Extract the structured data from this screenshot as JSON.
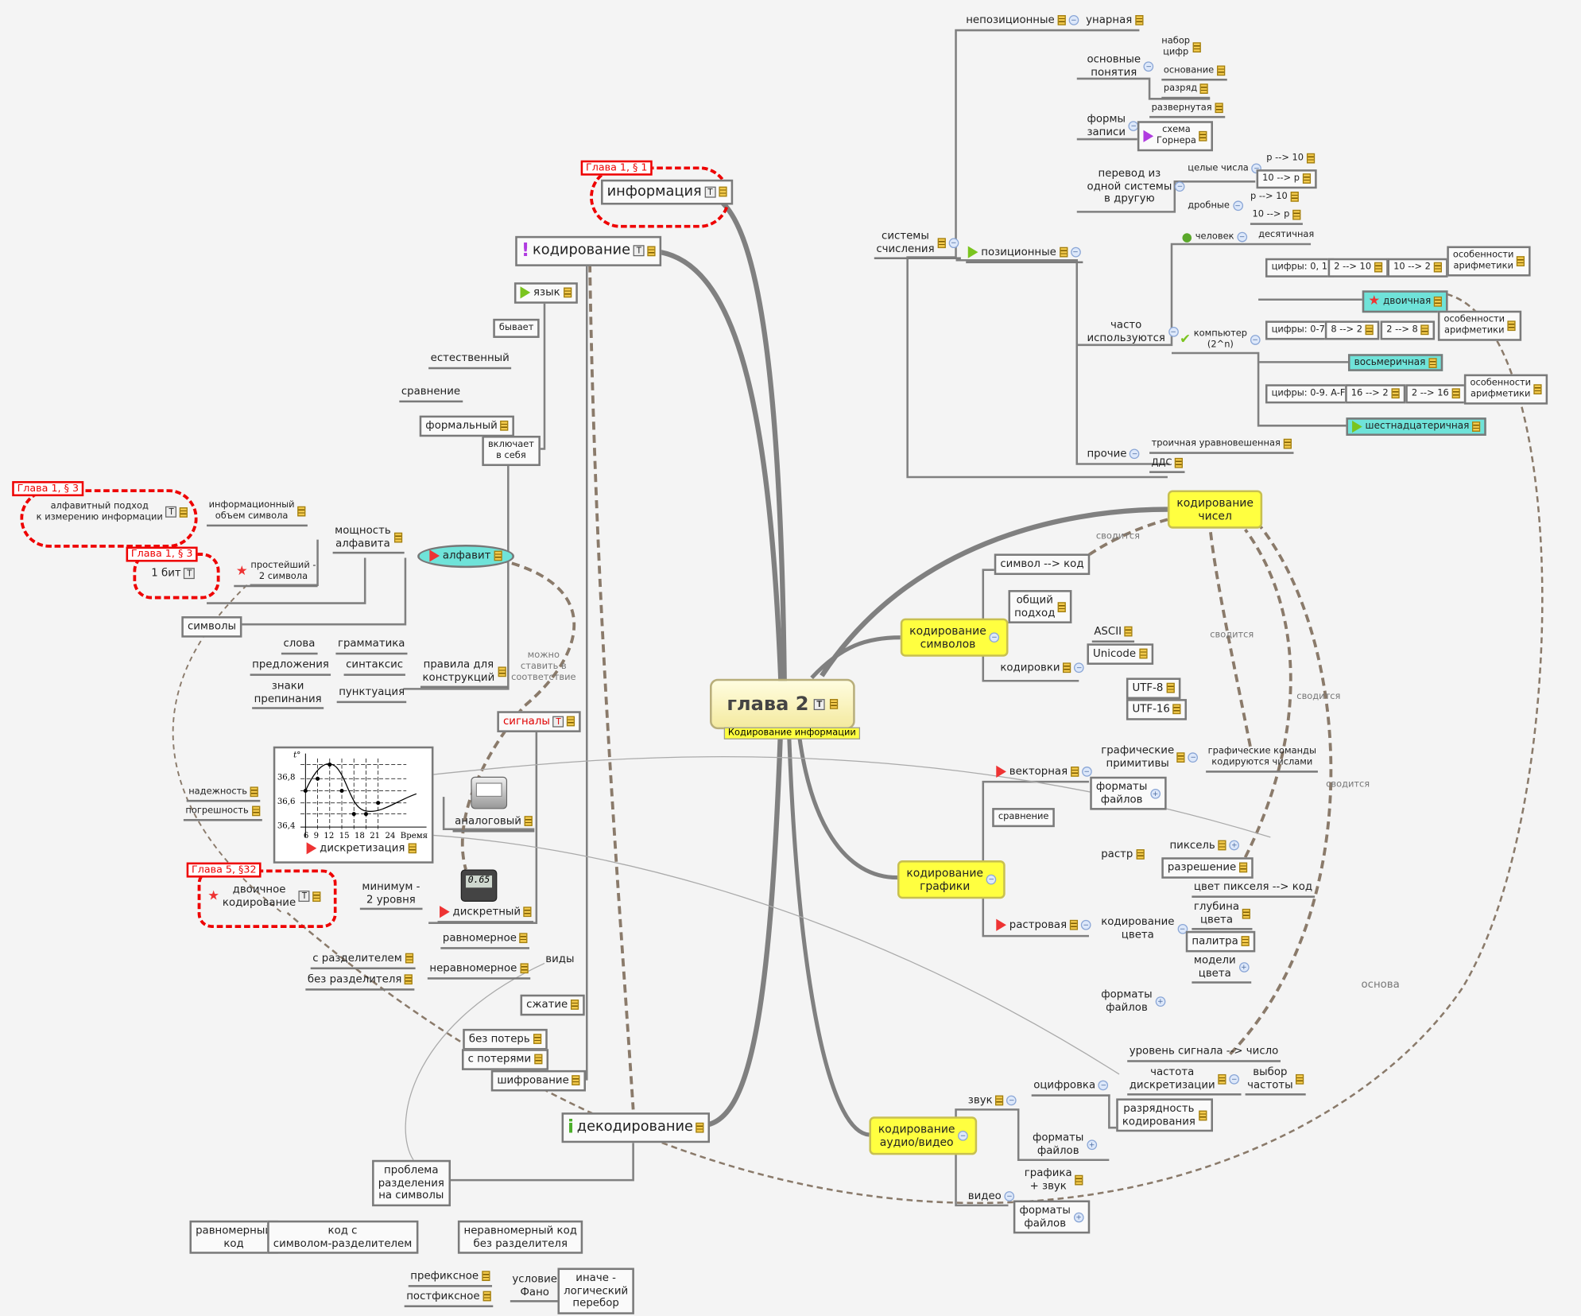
{
  "central": {
    "title": "глава 2",
    "subtitle": "Кодирование информации"
  },
  "tags": {
    "t1": "Глава 1, § 1",
    "t2": "Глава 1, § 3",
    "t3": "Глава 1, § 3",
    "t4": "Глава 5, §32"
  },
  "nodes": {
    "informatsiya": "информация",
    "kodirovanie": "кодирование",
    "yazyk": "язык",
    "byvaet": "бывает",
    "estestvennyi": "естественный",
    "sravnenie1": "сравнение",
    "formalnyi": "формальный",
    "vklyuchaet": "включает\nв себя",
    "info_obem": "информационный\nобъем символа",
    "alf_podhod": "алфавитный подход\nк измерению информации",
    "moshchnost": "мощность\nалфавита",
    "alfavit": "алфавит",
    "prosteishii": "простейший -\n2 символа",
    "bit": "1 бит",
    "simvoly": "символы",
    "slova": "слова",
    "grammatika": "грамматика",
    "predlozheniya": "предложения",
    "sintaksis": "синтаксис",
    "znaki": "знаки\nпрепинания",
    "punktuatsiya": "пунктуация",
    "pravila": "правила для\nконструкций",
    "mozhno": "можно\nставить в\nсоответствие",
    "signaly": "сигналы",
    "diskretizatsiya": "дискретизация",
    "nadezhnost": "надежность",
    "pogreshnost": "погрешность",
    "analogovyi": "аналоговый",
    "diskretnyi": "дискретный",
    "dvoichnoe": "двоичное\nкодирование",
    "minimum": "минимум -\n2 уровня",
    "ravnomernoe": "равномерное",
    "neravnomernoe": "неравномерное",
    "vidy": "виды",
    "s_razdelitelem": "с разделителем",
    "bez_razdelitelya": "без разделителя",
    "szhatie": "сжатие",
    "bez_poter": "без потерь",
    "s_poteryami": "с потерями",
    "shifrovanie": "шифрование",
    "dekodirovanie": "декодирование",
    "problema": "проблема\nразделения\nна символы",
    "ravn_kod": "равномерный\nкод",
    "kod_s_simv": "код с\nсимволом-разделителем",
    "neravn_kod": "неравномерный код\nбез разделителя",
    "prefiksnoe": "префиксное",
    "postfiksnoe": "постфиксное",
    "fano": "условие\nФано",
    "inache": "иначе -\nлогический\nперебор",
    "nepozitsionnye": "непозиционные",
    "unarnaya": "унарная",
    "sistemy": "системы\nсчисления",
    "pozitsionnye": "позиционные",
    "osnovnye": "основные\nпонятия",
    "nabor": "набор\nцифр",
    "osnovanie": "основание",
    "razryad": "разряд",
    "formy": "формы\nзаписи",
    "razvernutaya": "развернутая",
    "gorner": "схема\nГорнера",
    "perevod": "перевод из\nодной системы\nв другую",
    "tselye": "целые числа",
    "p10a": "p --> 10",
    "10pa": "10 --> p",
    "drobnye": "дробные",
    "p10b": "p --> 10",
    "10pb": "10 --> p",
    "chasto": "часто\nиспользуются",
    "chelovek": "человек",
    "desyatichnaya": "десятичная",
    "tsifry01": "цифры: 0, 1",
    "b2_10": "2 --> 10",
    "b10_2": "10 --> 2",
    "osob1": "особенности\nарифметики",
    "dvoichnaya": "двоичная",
    "kompyuter": "компьютер\n(2^n)",
    "tsifry07": "цифры: 0-7",
    "b8_2": "8 --> 2",
    "b2_8": "2 --> 8",
    "osob2": "особенности\nарифметики",
    "vosmerichnaya": "восьмеричная",
    "tsifry0F": "цифры: 0-9. A-F",
    "b16_2": "16 --> 2",
    "b2_16": "2 --> 16",
    "osob3": "особенности\nарифметики",
    "shestn": "шестнадцатеричная",
    "prochie": "прочие",
    "troichnaya": "троичная уравновешенная",
    "dds": "ДДС",
    "kod_chisel": "кодирование\nчисел",
    "svoditsya1": "сводится",
    "simvol_kod": "символ --> код",
    "obshchii": "общий\nподход",
    "kod_simvolov": "кодирование\nсимволов",
    "ascii": "ASCII",
    "unicode": "Unicode",
    "kodirovki": "кодировки",
    "utf8": "UTF-8",
    "utf16": "UTF-16",
    "vektornaya": "векторная",
    "graf_prim": "графические\nпримитивы",
    "graf_komandy": "графические команды\nкодируются числами",
    "svoditsya2": "сводится",
    "svoditsya3": "сводится",
    "svoditsya4": "сводится",
    "formaty1": "форматы\nфайлов",
    "sravnenie2": "сравнение",
    "rastr": "растр",
    "piksel": "пиксель",
    "razreshenie": "разрешение",
    "rastrovaya": "растровая",
    "tsvet_piks": "цвет пикселя --> код",
    "kod_tsveta": "кодирование\nцвета",
    "glubina": "глубина\nцвета",
    "palitra": "палитра",
    "modeli": "модели\nцвета",
    "formaty2": "форматы\nфайлов",
    "kod_grafiki": "кодирование\nграфики",
    "kod_audio": "кодирование\nаудио/видео",
    "zvuk": "звук",
    "otsifrovka": "оцифровка",
    "uroven": "уровень сигнала --> число",
    "chastota": "частота\nдискретизации",
    "vybor": "выбор\nчастоты",
    "razryadnost": "разрядность\nкодирования",
    "formaty3": "форматы\nфайлов",
    "video": "видео",
    "grafika_zvuk": "графика\n+ звук",
    "formaty4": "форматы\nфайлов",
    "osnova": "основа"
  },
  "discretization_chart": {
    "ylabel": "t°",
    "xlabel": "Время",
    "yticks": [
      "36,8",
      "36,6",
      "36,4"
    ],
    "xticks": [
      "6",
      "9",
      "12",
      "15",
      "18",
      "21",
      "24"
    ]
  },
  "meters": {
    "digital_reading": "0.65"
  },
  "colors": {
    "accent_yellow": "#ffff40",
    "teal": "#6fe3d9",
    "relation": "#8a7a6a",
    "tag_red": "#e00000"
  }
}
